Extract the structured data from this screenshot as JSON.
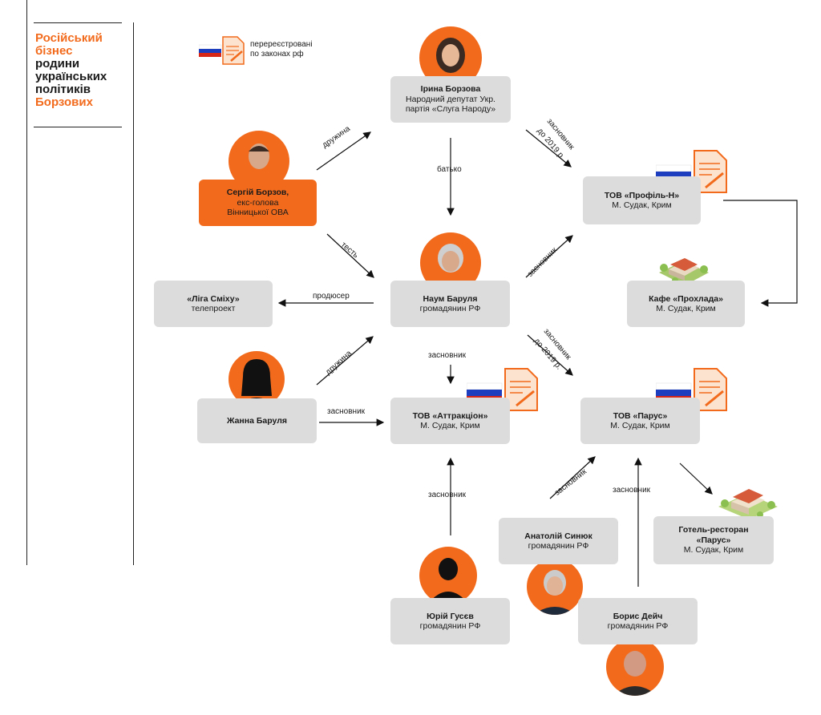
{
  "sidebar": {
    "title_line1": "Російський",
    "title_line2": "бізнес",
    "title_line3": "родини",
    "title_line4": "українських",
    "title_line5": "політиків",
    "title_line6": "Борзових"
  },
  "legend": {
    "text_line1": "перереєстровані",
    "text_line2": "по законах рф"
  },
  "nodes": {
    "iryna": {
      "name": "Ірина Борзова",
      "line2": "Народний депутат Укр.",
      "line3": "партія «Слуга Народу»"
    },
    "serhii": {
      "name": "Сергій Борзов,",
      "line2": "екс-голова",
      "line3": "Вінницької ОВА"
    },
    "profil": {
      "name": "ТОВ «Профіль-Н»",
      "line2": "М. Судак, Крим"
    },
    "prokhlada": {
      "name": "Кафе «Прохлада»",
      "line2": "М. Судак, Крим"
    },
    "liga": {
      "name": "«Ліга Сміху»",
      "line2": "телепроект"
    },
    "naum": {
      "name": "Наум Баруля",
      "line2": "громадянин РФ"
    },
    "zhanna": {
      "name": "Жанна Баруля"
    },
    "attraction": {
      "name": "ТОВ «Аттракціон»",
      "line2": "М. Судак, Крим"
    },
    "parus": {
      "name": "ТОВ «Парус»",
      "line2": "М. Судак, Крим"
    },
    "hotel": {
      "name": "Готель-ресторан",
      "name2": "«Парус»",
      "line2": "М. Судак, Крим"
    },
    "syniuk": {
      "name": "Анатолій Синюк",
      "line2": "громадянин РФ"
    },
    "gusev": {
      "name": "Юрій Гусєв",
      "line2": "громадянин РФ"
    },
    "deich": {
      "name": "Борис Дейч",
      "line2": "громадянин РФ"
    }
  },
  "edges": {
    "wife1": "дружина",
    "father": "батько",
    "founder2019a_1": "засновник",
    "founder2019a_2": "до 2019 р.",
    "father_in_law": "тесть",
    "founder_profil": "засновник",
    "producer": "продюсер",
    "wife2": "дружина",
    "founder_attr": "засновник",
    "founder2019b_1": "засновник",
    "founder2019b_2": "до 2019 р.",
    "founder_zhanna": "засновник",
    "founder_gusev": "засновник",
    "founder_syniuk": "засновник",
    "founder_deich": "засновник"
  },
  "colors": {
    "accent": "#f26b1d",
    "box": "#dcdcdc",
    "flag_white": "#ffffff",
    "flag_blue": "#1d3fbf",
    "flag_red": "#d62718"
  },
  "icons": [
    "russian-flag-icon",
    "document-pencil-icon",
    "building-icon",
    "person-silhouette-icon"
  ]
}
